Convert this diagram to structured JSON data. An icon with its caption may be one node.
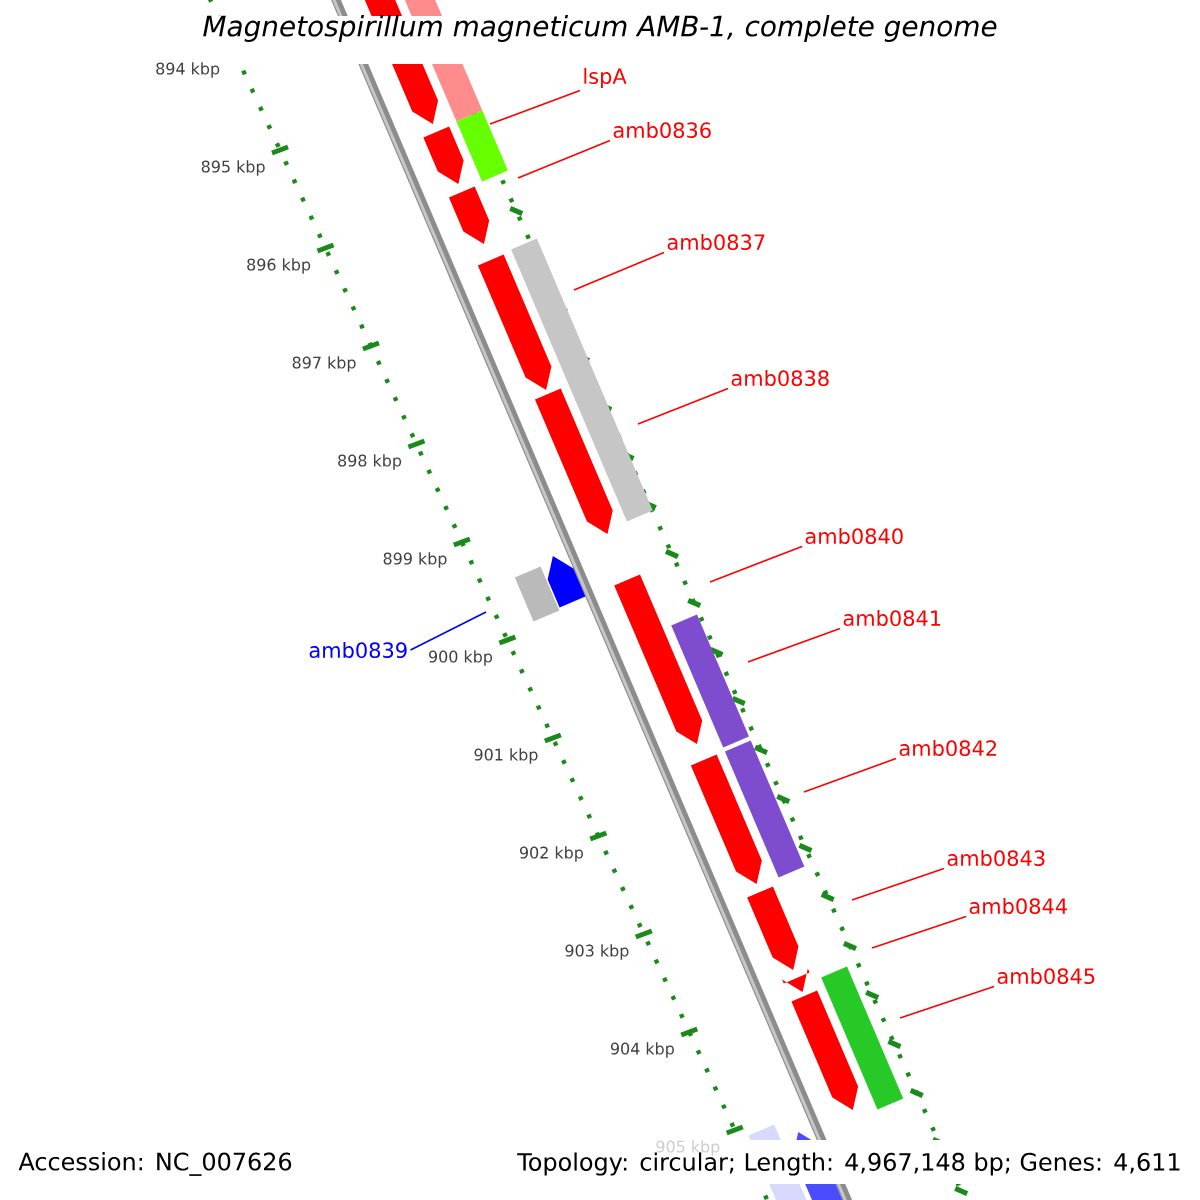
{
  "diagram": {
    "title": "Magnetospirillum magneticum AMB-1, complete genome",
    "nodes": [
      {
        "text": [
          "lspA"
        ]
      },
      {
        "text": [
          "amb0836"
        ]
      },
      {
        "text": [
          "amb0837"
        ]
      },
      {
        "text": [
          "amb0838"
        ]
      },
      {
        "text": [
          "amb0840"
        ]
      },
      {
        "text": [
          "amb0841"
        ]
      },
      {
        "text": [
          "amb0839"
        ]
      },
      {
        "text": [
          "amb0842"
        ]
      },
      {
        "text": [
          "amb0843"
        ]
      },
      {
        "text": [
          "amb0844"
        ]
      },
      {
        "text": [
          "amb0845"
        ]
      }
    ],
    "edges": [
      {
        "from": 0,
        "to": null,
        "arrow": "none"
      },
      {
        "from": 1,
        "to": null,
        "arrow": "none"
      },
      {
        "from": 2,
        "to": null,
        "arrow": "none"
      },
      {
        "from": 3,
        "to": null,
        "arrow": "none"
      },
      {
        "from": 4,
        "to": null,
        "arrow": "none"
      },
      {
        "from": 5,
        "to": null,
        "arrow": "none"
      },
      {
        "from": 6,
        "to": null,
        "arrow": "none",
        "color": "#0000ff"
      },
      {
        "from": 7,
        "to": null,
        "arrow": "none"
      },
      {
        "from": 8,
        "to": null,
        "arrow": "none"
      },
      {
        "from": 9,
        "to": null,
        "arrow": "none"
      },
      {
        "from": 10,
        "to": null,
        "arrow": "none"
      }
    ],
    "labels": [
      "894 kbp",
      "895 kbp",
      "896 kbp",
      "897 kbp",
      "898 kbp",
      "899 kbp",
      "900 kbp",
      "901 kbp",
      "902 kbp",
      "903 kbp",
      "904 kbp",
      "905 kbp",
      "Accession: NC_007626",
      "Topology: circular; Length: 4,967,148 bp; Genes: 4,611"
    ]
  }
}
